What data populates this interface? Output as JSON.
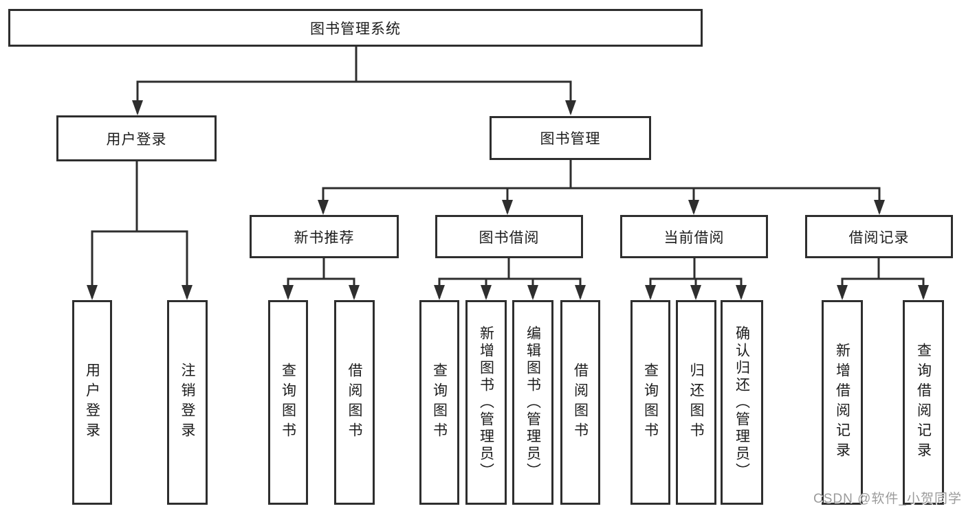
{
  "title": "图书管理系统",
  "watermark": "CSDN @软件_小贺同学",
  "colors": {
    "background": "#ffffff",
    "line": "#2e2e2e",
    "box_border": "#2e2e2e",
    "text": "#1c1c1c",
    "watermark": "#9b9b9b"
  },
  "nodes": {
    "root": "图书管理系统",
    "user_login": "用户登录",
    "book_mgmt": "图书管理",
    "ul_user_login": "用户登录",
    "ul_logout": "注销登录",
    "new_book_rec": "新书推荐",
    "book_borrow": "图书借阅",
    "current_borrow": "当前借阅",
    "borrow_record": "借阅记录",
    "nb_query": "查询图书",
    "nb_borrow": "借阅图书",
    "bb_query": "查询图书",
    "bb_add": "新增图书（管理员）",
    "bb_edit": "编辑图书（管理员）",
    "bb_borrow": "借阅图书",
    "cb_query": "查询图书",
    "cb_return": "归还图书",
    "cb_confirm": "确认归还（管理员）",
    "br_add": "新增借阅记录",
    "br_query": "查询借阅记录"
  },
  "hierarchy": {
    "label": "图书管理系统",
    "children": [
      {
        "label": "用户登录",
        "children": [
          {
            "label": "用户登录"
          },
          {
            "label": "注销登录"
          }
        ]
      },
      {
        "label": "图书管理",
        "children": [
          {
            "label": "新书推荐",
            "children": [
              {
                "label": "查询图书"
              },
              {
                "label": "借阅图书"
              }
            ]
          },
          {
            "label": "图书借阅",
            "children": [
              {
                "label": "查询图书"
              },
              {
                "label": "新增图书（管理员）"
              },
              {
                "label": "编辑图书（管理员）"
              },
              {
                "label": "借阅图书"
              }
            ]
          },
          {
            "label": "当前借阅",
            "children": [
              {
                "label": "查询图书"
              },
              {
                "label": "归还图书"
              },
              {
                "label": "确认归还（管理员）"
              }
            ]
          },
          {
            "label": "借阅记录",
            "children": [
              {
                "label": "新增借阅记录"
              },
              {
                "label": "查询借阅记录"
              }
            ]
          }
        ]
      }
    ]
  }
}
